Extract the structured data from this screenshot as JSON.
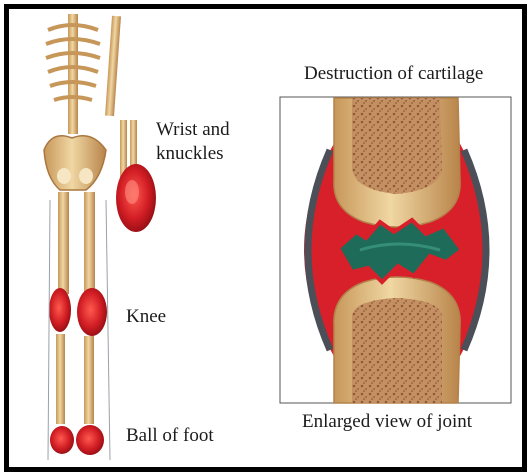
{
  "labels": {
    "wrist": "Wrist and knuckles",
    "knee": "Knee",
    "ball_of_foot": "Ball of foot",
    "destruction": "Destruction of cartilage",
    "enlarged_view": "Enlarged view of joint"
  },
  "colors": {
    "frame": "#000000",
    "bone": "#e9c991",
    "bone_shade": "#c99a5c",
    "marrow": "#b98459",
    "inflamed": "#d7202a",
    "cavity": "#1f6b5a",
    "membrane": "#4b4f58"
  }
}
